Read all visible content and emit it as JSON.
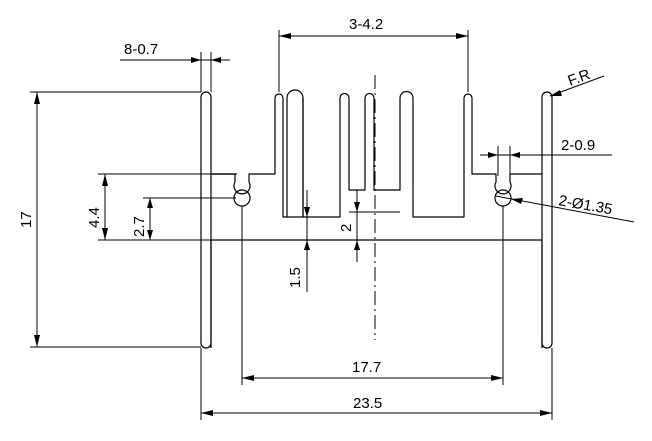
{
  "drawing": {
    "labels": {
      "fin_spacing": "3-4.2",
      "fin_thickness": "8-0.7",
      "fillet_radius": "F.R",
      "slot_width": "2-0.9",
      "hole_diameter": "2-Ø1.35",
      "overall_height": "17",
      "slot_height": "4.4",
      "hole_height": "2.7",
      "inner_step": "2",
      "base_thickness": "1.5",
      "hole_span": "17.7",
      "overall_width": "23.5"
    }
  }
}
